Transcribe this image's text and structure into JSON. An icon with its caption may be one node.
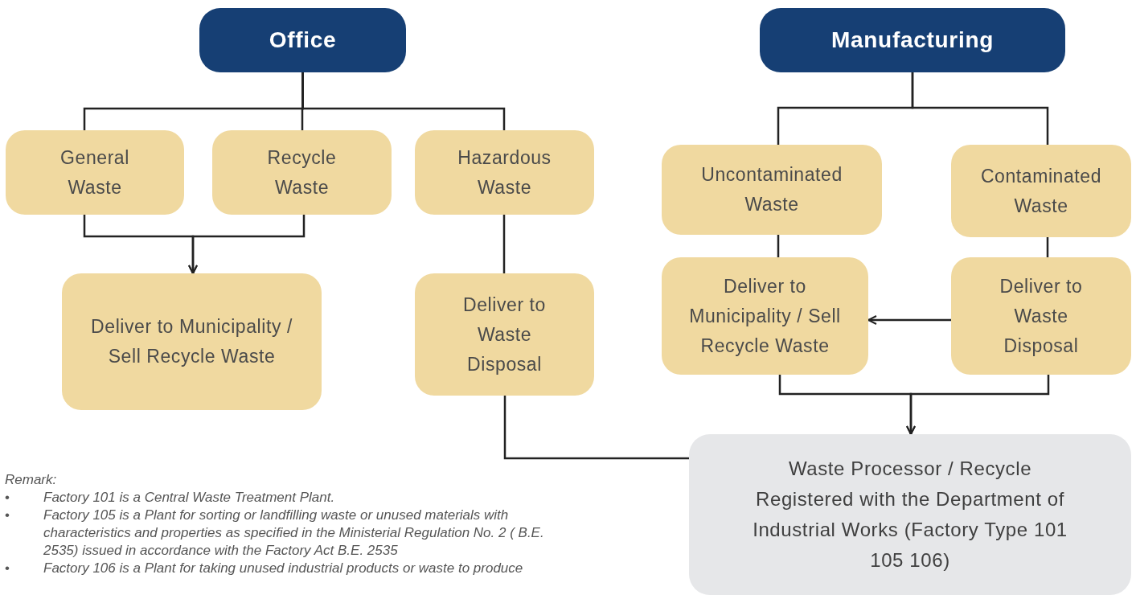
{
  "diagram": {
    "nodes": [
      {
        "text": [
          "Office"
        ]
      },
      {
        "text": [
          "General Waste"
        ]
      },
      {
        "text": [
          "Recycle Waste"
        ]
      },
      {
        "text": [
          "Hazardous Waste"
        ]
      },
      {
        "text": [
          "Deliver to Municipality / Sell Recycle Waste"
        ]
      },
      {
        "text": [
          "Deliver to Waste Disposal"
        ]
      },
      {
        "text": [
          "Manufacturing"
        ]
      },
      {
        "text": [
          "Uncontaminated Waste"
        ]
      },
      {
        "text": [
          "Contaminated Waste"
        ]
      },
      {
        "text": [
          "Deliver to Municipality / Sell Recycle Waste"
        ]
      },
      {
        "text": [
          "Deliver to Waste Disposal"
        ]
      },
      {
        "text": [
          "Waste Processor / Recycle Registered with the Department of Industrial Works (Factory Type 101 105 106)"
        ]
      }
    ],
    "edges": [
      {
        "from": 0,
        "to": 1,
        "arrow": "none"
      },
      {
        "from": 0,
        "to": 2,
        "arrow": "none"
      },
      {
        "from": 0,
        "to": 3,
        "arrow": "none"
      },
      {
        "from": 1,
        "to": 4,
        "arrow": "to"
      },
      {
        "from": 2,
        "to": 4,
        "arrow": "to"
      },
      {
        "from": 3,
        "to": 5,
        "arrow": "none"
      },
      {
        "from": 5,
        "to": 11,
        "arrow": "none"
      },
      {
        "from": 6,
        "to": 7,
        "arrow": "none"
      },
      {
        "from": 6,
        "to": 8,
        "arrow": "none"
      },
      {
        "from": 7,
        "to": 9,
        "arrow": "none"
      },
      {
        "from": 8,
        "to": 10,
        "arrow": "none"
      },
      {
        "from": 10,
        "to": 9,
        "arrow": "to"
      },
      {
        "from": 9,
        "to": 11,
        "arrow": "to"
      },
      {
        "from": 10,
        "to": 11,
        "arrow": "to"
      }
    ],
    "labels": [
      "Remark:",
      "•",
      "Factory 101 is a Central Waste Treatment Plant.",
      "•",
      "Factory 105 is a Plant for sorting or landfilling waste or unused materials with characteristics and properties as specified in the Ministerial Regulation No. 2 ( B.E. 2535) issued in accordance with the Factory Act B.E. 2535",
      "•",
      "Factory 106 is a Plant for taking unused industrial products or  waste to produce"
    ]
  }
}
